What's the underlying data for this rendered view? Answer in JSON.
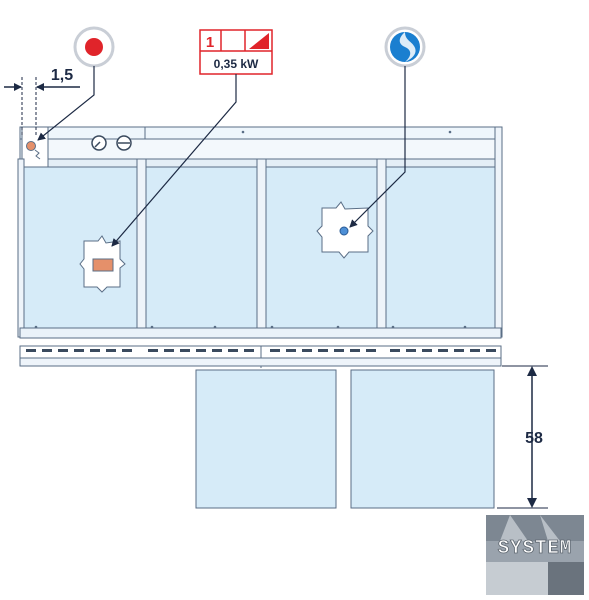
{
  "dimensions": {
    "left_offset": "1,5",
    "height": "58"
  },
  "electric_badge": {
    "phase": "1",
    "power": "0,35 kW"
  },
  "icons": {
    "electric_connection": "red-dot-icon",
    "water_connection": "water-drop-icon"
  },
  "logo": {
    "text": "SYSTEM"
  },
  "colors": {
    "outline": "#5a6e86",
    "panel": "#d6ebf8",
    "panel_light": "#e6f4fc",
    "red": "#e0242a",
    "water_blue": "#1a7fd0",
    "arrow": "#1d2a44",
    "heater": "#e5906a"
  }
}
